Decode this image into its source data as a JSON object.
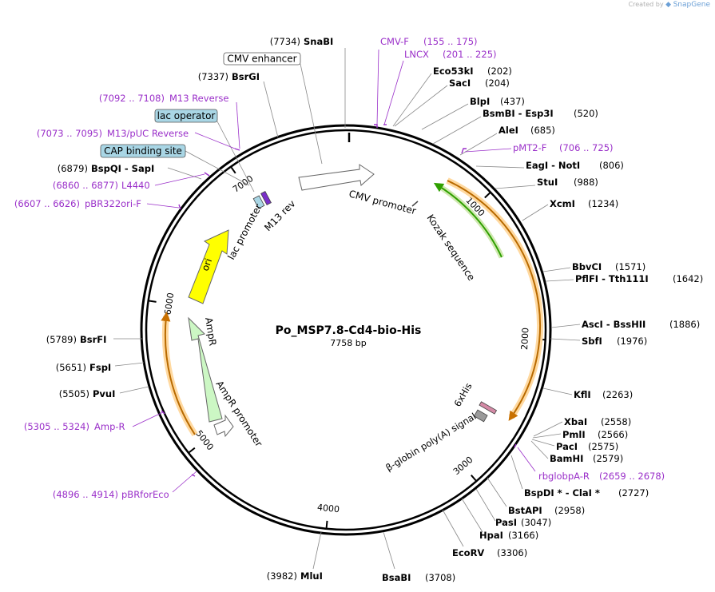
{
  "branding": {
    "created_by": "Created by",
    "product": "SnapGene"
  },
  "plasmid": {
    "name": "Po_MSP7.8-Cd4-bio-His",
    "size_label": "7758 bp",
    "length": 7758
  },
  "colors": {
    "purple": "#9a2fc9",
    "ori": "#ffff00",
    "ampr": "#ccf7c4",
    "kozak": "#2fa000",
    "orf_orange": "#e8a040",
    "boxed_teal": "#a9d6e5"
  },
  "ticks": [
    {
      "pos": 1000,
      "label": "1000"
    },
    {
      "pos": 2000,
      "label": "2000"
    },
    {
      "pos": 3000,
      "label": "3000"
    },
    {
      "pos": 4000,
      "label": "4000"
    },
    {
      "pos": 5000,
      "label": "5000"
    },
    {
      "pos": 6000,
      "label": "6000"
    },
    {
      "pos": 7000,
      "label": "7000"
    }
  ],
  "enzymes": [
    {
      "pos": 7734,
      "name": "SnaBI",
      "coord": "(7734)"
    },
    {
      "pos": 202,
      "name": "Eco53kI",
      "coord": "(202)"
    },
    {
      "pos": 204,
      "name": "SacI",
      "coord": "(204)"
    },
    {
      "pos": 437,
      "name": "BlpI",
      "coord": "(437)"
    },
    {
      "pos": 520,
      "name": "BsmBI - Esp3I",
      "coord": "(520)"
    },
    {
      "pos": 685,
      "name": "AleI",
      "coord": "(685)"
    },
    {
      "pos": 806,
      "name": "EagI - NotI",
      "coord": "(806)"
    },
    {
      "pos": 988,
      "name": "StuI",
      "coord": "(988)"
    },
    {
      "pos": 1234,
      "name": "XcmI",
      "coord": "(1234)"
    },
    {
      "pos": 1571,
      "name": "BbvCI",
      "coord": "(1571)"
    },
    {
      "pos": 1642,
      "name": "PflFI - Tth111I",
      "coord": "(1642)"
    },
    {
      "pos": 1886,
      "name": "AscI - BssHII",
      "coord": "(1886)"
    },
    {
      "pos": 1976,
      "name": "SbfI",
      "coord": "(1976)"
    },
    {
      "pos": 2263,
      "name": "KflI",
      "coord": "(2263)"
    },
    {
      "pos": 2558,
      "name": "XbaI",
      "coord": "(2558)"
    },
    {
      "pos": 2566,
      "name": "PmlI",
      "coord": "(2566)"
    },
    {
      "pos": 2575,
      "name": "PacI",
      "coord": "(2575)"
    },
    {
      "pos": 2579,
      "name": "BamHI",
      "coord": "(2579)"
    },
    {
      "pos": 2727,
      "name": "BspDI * - ClaI *",
      "coord": "(2727)"
    },
    {
      "pos": 2958,
      "name": "BstAPI",
      "coord": "(2958)"
    },
    {
      "pos": 3047,
      "name": "PasI",
      "coord": "(3047)"
    },
    {
      "pos": 3166,
      "name": "HpaI",
      "coord": "(3166)"
    },
    {
      "pos": 3306,
      "name": "EcoRV",
      "coord": "(3306)"
    },
    {
      "pos": 3708,
      "name": "BsaBI",
      "coord": "(3708)"
    },
    {
      "pos": 3982,
      "name": "MluI",
      "coord": "(3982)"
    },
    {
      "pos": 5505,
      "name": "PvuI",
      "coord": "(5505)"
    },
    {
      "pos": 5651,
      "name": "FspI",
      "coord": "(5651)"
    },
    {
      "pos": 5789,
      "name": "BsrFI",
      "coord": "(5789)"
    },
    {
      "pos": 6879,
      "name": "BspQI - SapI",
      "coord": "(6879)"
    },
    {
      "pos": 7337,
      "name": "BsrGI",
      "coord": "(7337)"
    }
  ],
  "primers": [
    {
      "pos": 165,
      "name": "CMV-F",
      "coord": "(155 .. 175)"
    },
    {
      "pos": 213,
      "name": "LNCX",
      "coord": "(201 .. 225)"
    },
    {
      "pos": 715,
      "name": "pMT2-F",
      "coord": "(706 .. 725)"
    },
    {
      "pos": 2668,
      "name": "rbglobpA-R",
      "coord": "(2659 .. 2678)"
    },
    {
      "pos": 4905,
      "name": "pBRforEco",
      "coord": "(4896 .. 4914)"
    },
    {
      "pos": 5314,
      "name": "Amp-R",
      "coord": "(5305 .. 5324)"
    },
    {
      "pos": 6616,
      "name": "pBR322ori-F",
      "coord": "(6607 .. 6626)"
    },
    {
      "pos": 6868,
      "name": "L4440",
      "coord": "(6860 .. 6877)"
    },
    {
      "pos": 7084,
      "name": "M13/pUC Reverse",
      "coord": "(7073 .. 7095)"
    },
    {
      "pos": 7100,
      "name": "M13 Reverse",
      "coord": "(7092 .. 7108)"
    }
  ],
  "boxed_features": [
    {
      "name": "CMV enhancer",
      "style": "plain"
    },
    {
      "name": "lac operator",
      "style": "teal"
    },
    {
      "name": "CAP binding site",
      "style": "teal"
    }
  ],
  "inner_features": [
    {
      "name": "CMV promoter"
    },
    {
      "name": "Kozak sequence"
    },
    {
      "name": "6xHis"
    },
    {
      "name": "β-globin poly(A) signal"
    },
    {
      "name": "ori"
    },
    {
      "name": "AmpR"
    },
    {
      "name": "AmpR promoter"
    },
    {
      "name": "lac promoter"
    },
    {
      "name": "M13 rev"
    }
  ]
}
